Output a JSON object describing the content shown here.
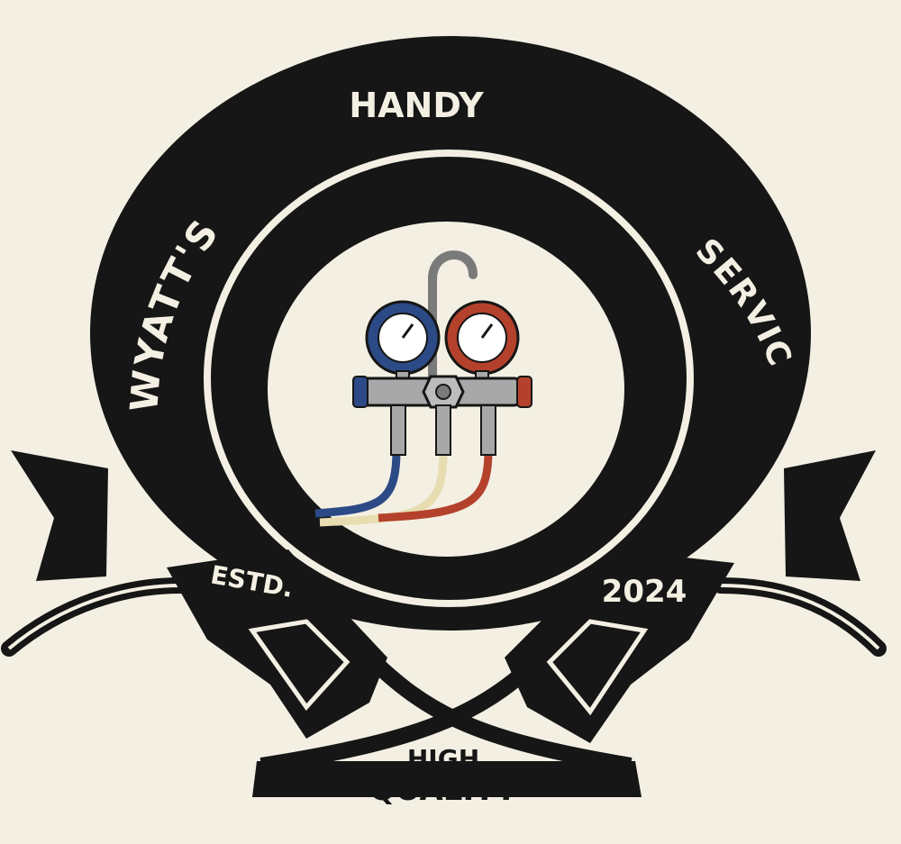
{
  "emblem": {
    "top_word": "HANDY",
    "left_word": "WYATT'S",
    "right_word": "SERVICES",
    "established_label": "ESTD.",
    "established_year": "2024",
    "tagline_top": "HIGH",
    "tagline_bottom": "QUALITY"
  },
  "colors": {
    "background": "#f3f0e3",
    "ink": "#161616",
    "low_side_gauge": "#2c4a86",
    "high_side_gauge": "#b4412c",
    "hose_yellow": "#e8ddb0",
    "manifold_metal": "#a8a8a8"
  },
  "icons": {
    "center": "ac-manifold-gauge-icon",
    "left_nozzle": "fuel-nozzle-icon",
    "right_nozzle": "fuel-nozzle-icon"
  }
}
